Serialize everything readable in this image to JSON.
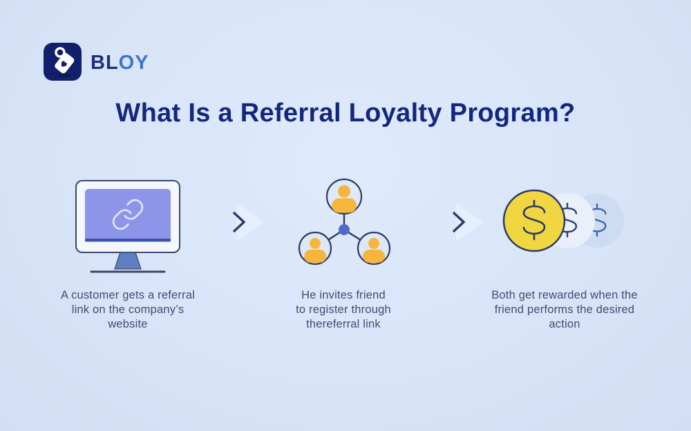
{
  "brand": {
    "name_primary": "BL",
    "name_secondary": "OY",
    "logo_icon": "tag-with-heart-icon"
  },
  "title": "What Is a Referral Loyalty Program?",
  "steps": [
    {
      "id": 1,
      "illustration": "monitor-with-referral-link",
      "caption": "A customer gets a referral\nlink on the company’s\nwebsite"
    },
    {
      "id": 2,
      "illustration": "friend-network",
      "caption": "He invites friend\nto register through\nthereferral link"
    },
    {
      "id": 3,
      "illustration": "reward-coins",
      "caption": "Both get rewarded when the\nfriend performs the desired\naction"
    }
  ],
  "coins": {
    "currency_symbol": "$"
  },
  "icons": {
    "separator": "chevron-right-icon",
    "step1": "link-icon",
    "step2": "person-icon",
    "step3": "dollar-sign-icon"
  },
  "colors": {
    "background": "#d8e4f8",
    "navy": "#121f6b",
    "title": "#14277e",
    "caption_text": "#3f4c74",
    "brand_secondary_blue": "#3c76c4",
    "screen_purple": "#8d95ea",
    "person_orange": "#f6b63d",
    "coin_yellow": "#f0d640",
    "node_blue": "#4f6cc5",
    "coin_back_blue": "#cddcf0"
  }
}
